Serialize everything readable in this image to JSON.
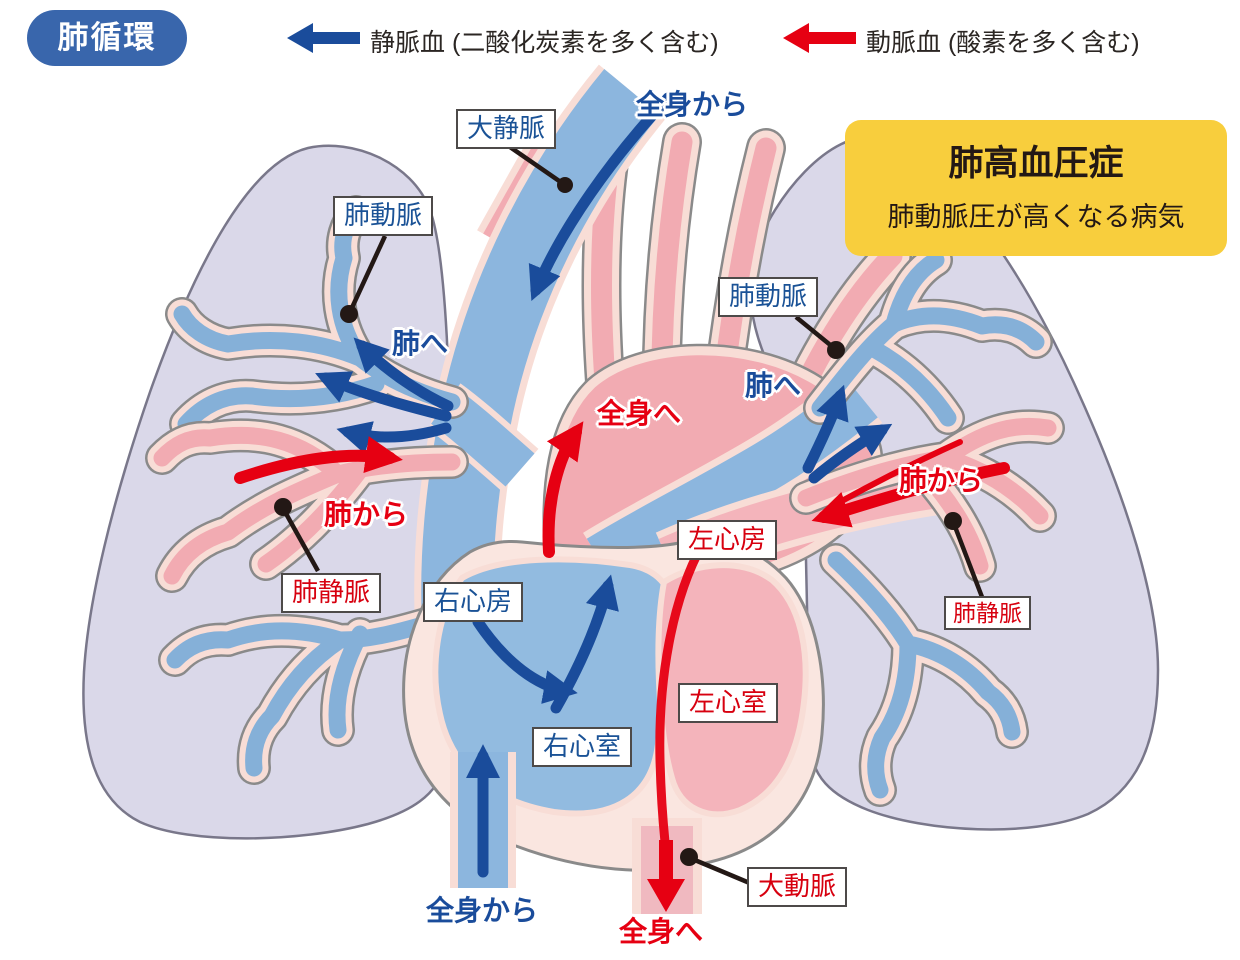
{
  "badge": {
    "label": "肺循環"
  },
  "legend": {
    "venous": {
      "label": "静脈血 (二酸化炭素を多く含む)",
      "color": "#1A4C9B"
    },
    "arterial": {
      "label": "動脈血 (酸素を多く含む)",
      "color": "#E60012"
    }
  },
  "callout": {
    "title": "肺高血圧症",
    "subtitle": "肺動脈圧が高くなる病気",
    "bg": "#F8CE3D"
  },
  "labels": {
    "vena_cava": {
      "text": "大静脈"
    },
    "pulmonary_artery_left": {
      "text": "肺動脈"
    },
    "pulmonary_artery_right": {
      "text": "肺動脈"
    },
    "pulmonary_vein_left": {
      "text": "肺静脈"
    },
    "pulmonary_vein_right": {
      "text": "肺静脈"
    },
    "right_atrium": {
      "text": "右心房"
    },
    "right_ventricle": {
      "text": "右心室"
    },
    "left_atrium": {
      "text": "左心房"
    },
    "left_ventricle": {
      "text": "左心室"
    },
    "aorta": {
      "text": "大動脈"
    }
  },
  "flows": {
    "from_body_top": "全身から",
    "to_lung_left": "肺へ",
    "from_lung_left": "肺から",
    "to_body_center": "全身へ",
    "to_lung_right": "肺へ",
    "from_lung_right": "肺から",
    "from_body_bottom": "全身から",
    "to_body_bottom": "全身へ"
  },
  "colors": {
    "badge_blue": "#3966AC",
    "venous_arrow_blue": "#1A4C9B",
    "arterial_arrow_red": "#E60012",
    "label_text_blue": "#1A5296",
    "label_text_red": "#D7000F",
    "lung_fill": "#DAD8E9",
    "vessel_blue": "#8CB6DE",
    "vessel_pink": "#F2ABB2",
    "vessel_outline_cream": "#F8DDD6",
    "heart_wall_cream": "#FAE6E0",
    "callout_yellow": "#F8CE3D"
  }
}
